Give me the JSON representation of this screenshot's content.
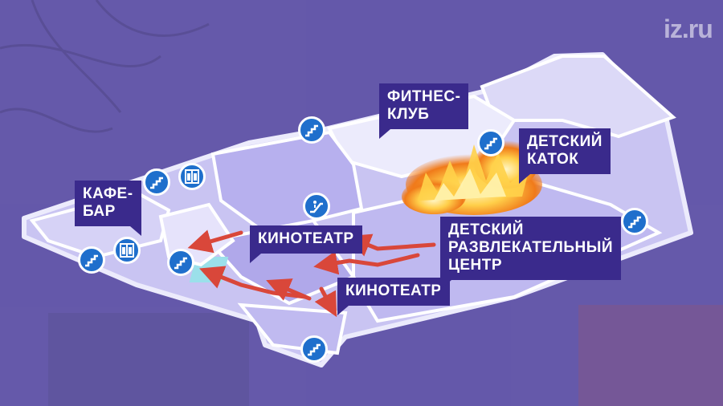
{
  "watermark": {
    "logo_text": "iz.ru"
  },
  "labels": {
    "fitness_club": "ФИТНЕС-\nКЛУБ",
    "kids_rink": "ДЕТСКИЙ\nКАТОК",
    "cafe_bar": "КАФЕ-\nБАР",
    "cinema_top": "КИНОТЕАТР",
    "cinema_bottom": "КИНОТЕАТР",
    "kids_center": "ДЕТСКИЙ\nРАЗВЛЕКАТЕЛЬНЫЙ\nЦЕНТР"
  },
  "icons": {
    "stairs": "stairs-icon",
    "elevator": "elevator-icon",
    "escalator": "escalator-icon"
  },
  "colors": {
    "background": "#6b5fb0",
    "floor": "#c9c4f2",
    "floor_edge": "#e6e3fb",
    "callout": "#3a2a8c",
    "icon_blue": "#1f6fcc",
    "evac_arrow": "#d9473a",
    "fire": "#f5a623"
  }
}
